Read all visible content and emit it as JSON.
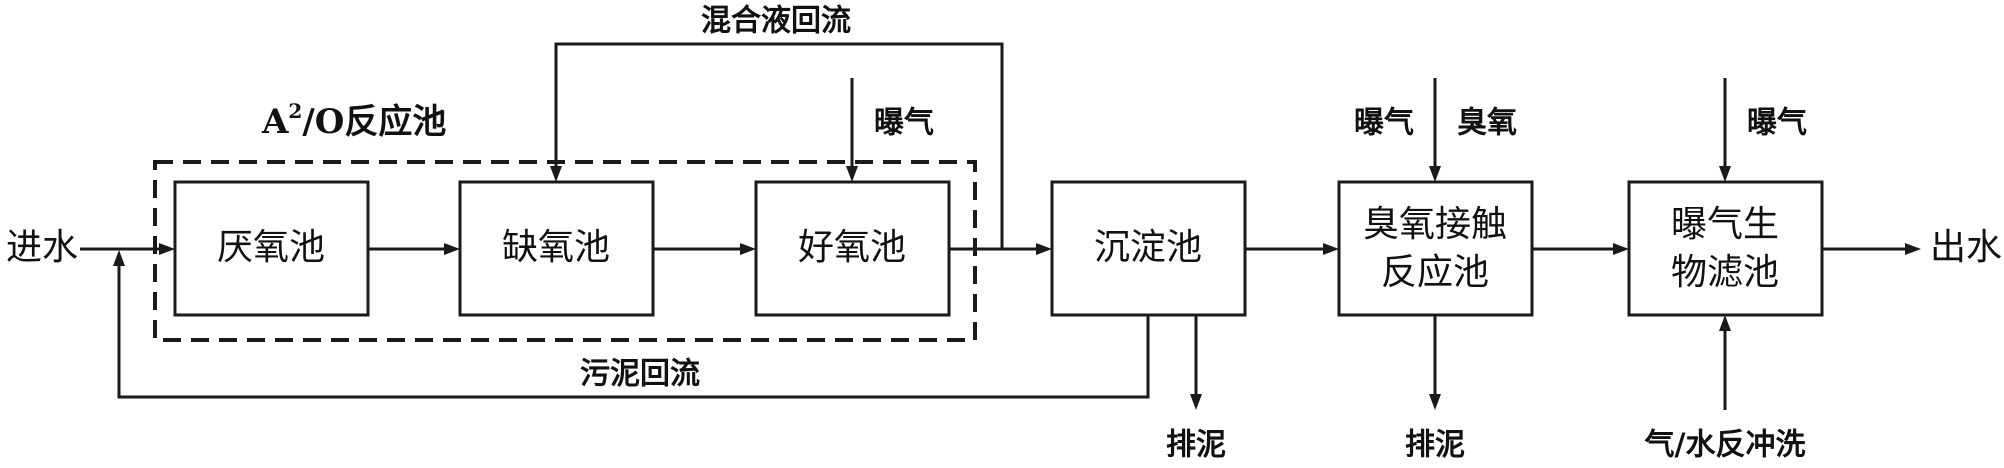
{
  "title": {
    "main": "A",
    "superscript": "2",
    "rest": "/O反应池"
  },
  "io": {
    "inlet": "进水",
    "outlet": "出水"
  },
  "boxes": {
    "anaerobic": "厌氧池",
    "anoxic": "缺氧池",
    "aerobic": "好氧池",
    "sedimentation": "沉淀池",
    "ozone_line1": "臭氧接触",
    "ozone_line2": "反应池",
    "baf_line1": "曝气生",
    "baf_line2": "物滤池"
  },
  "labels": {
    "mixed_liquor_return": "混合液回流",
    "sludge_return": "污泥回流",
    "aeration_aerobic": "曝气",
    "aeration_ozone": "曝气",
    "ozone_input": "臭氧",
    "aeration_baf": "曝气",
    "sludge_discharge_1": "排泥",
    "sludge_discharge_2": "排泥",
    "backwash": "气/水反冲洗"
  }
}
